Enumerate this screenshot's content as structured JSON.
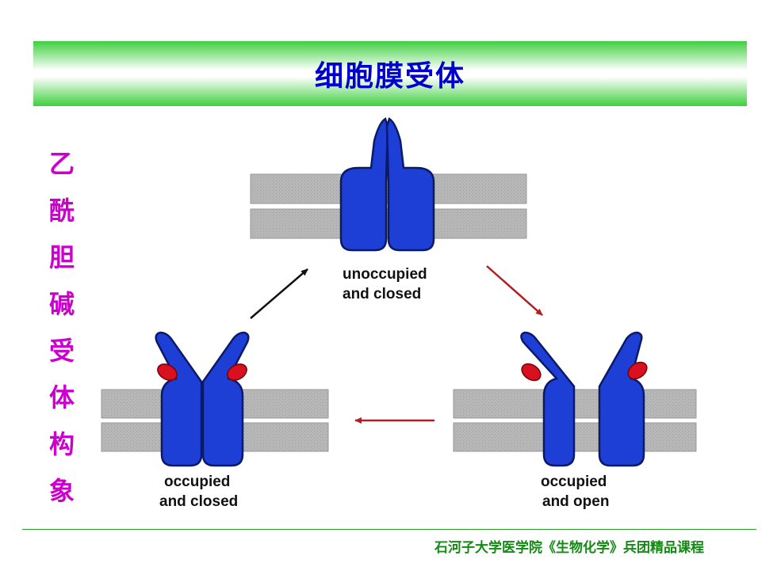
{
  "title": "细胞膜受体",
  "side_title": [
    "乙",
    "酰",
    "胆",
    "碱",
    "受",
    "体",
    "构",
    "象"
  ],
  "states": {
    "top": {
      "line1": "unoccupied",
      "line2": "and closed"
    },
    "left": {
      "line1": "occupied",
      "line2": "and closed"
    },
    "right": {
      "line1": "occupied",
      "line2": "and open"
    }
  },
  "footer": "石河子大学医学院《生物化学》兵团精品课程",
  "colors": {
    "title_text": "#0000cc",
    "side_title": "#cc00cc",
    "receptor": "#1e3fd6",
    "ligand": "#d91020",
    "membrane": "#b5b5b5",
    "arrow_red": "#b02020",
    "arrow_black": "#111111",
    "footer_text": "#138a13"
  }
}
